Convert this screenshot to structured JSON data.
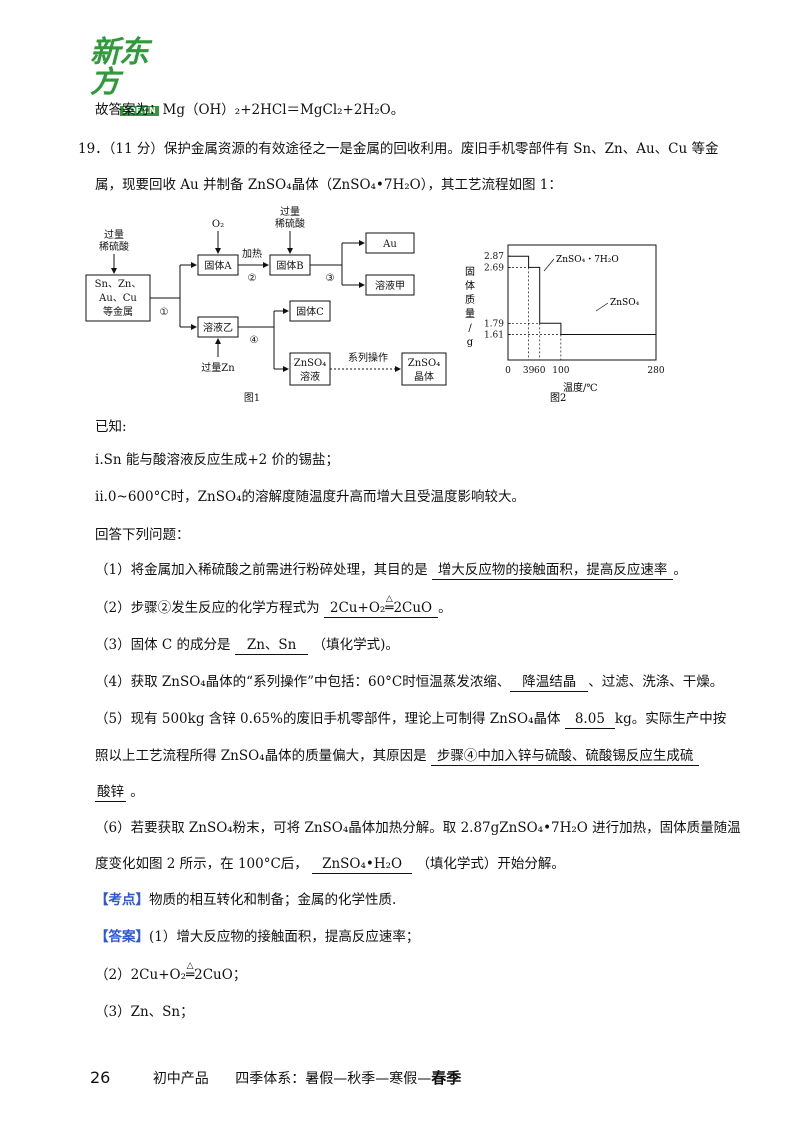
{
  "logo": {
    "cn": "新东方",
    "en": "XDF.CN"
  },
  "line_prev": "故答案为：Mg（OH）₂+2HCl＝MgCl₂+2H₂O。",
  "q19": {
    "l1": "19．（11 分）保护金属资源的有效途径之一是金属的回收利用。废旧手机零部件有 Sn、Zn、Au、Cu 等金",
    "l2": "属，现要回收 Au 并制备 ZnSO₄晶体（ZnSO₄•7H₂O），其工艺流程如图 1："
  },
  "fig1": {
    "acid1": [
      "过量",
      "稀硫酸"
    ],
    "metal": [
      "Sn、Zn、",
      "Au、Cu",
      "等金属"
    ],
    "step1": "①",
    "solidA": "固体A",
    "o2": "O₂",
    "heat": "加热",
    "step2": "②",
    "solidB": "固体B",
    "acid2": [
      "过量",
      "稀硫酸"
    ],
    "step3": "③",
    "au": "Au",
    "solA": "溶液甲",
    "solB": "溶液乙",
    "solidC": "固体C",
    "step4": "④",
    "zn": "过量Zn",
    "znso4": [
      "ZnSO₄",
      "溶液"
    ],
    "series": "系列操作",
    "crystal": [
      "ZnSO₄",
      "晶体"
    ],
    "caption": "图1"
  },
  "chart_data": {
    "type": "line",
    "title": "",
    "ylabel": "固体质量/g",
    "xlabel": "温度/℃",
    "x_ticks": [
      "0",
      "39",
      "60",
      "100",
      "280"
    ],
    "y_ticks": [
      "2.87",
      "2.69",
      "1.79",
      "1.61"
    ],
    "series": [
      {
        "name": "",
        "x": [
          0,
          39,
          39,
          60,
          60,
          100,
          100,
          280
        ],
        "y": [
          2.87,
          2.87,
          2.69,
          2.69,
          1.79,
          1.79,
          1.61,
          1.61
        ]
      }
    ],
    "annotations": [
      "ZnSO₄・7H₂O",
      "ZnSO₄"
    ],
    "caption": "图2"
  },
  "known": {
    "head": "已知:",
    "i": "i.Sn 能与酸溶液反应生成+2 价的锡盐；",
    "ii": "ii.0~600°C时，ZnSO₄的溶解度随温度升高而增大且受温度影响较大。"
  },
  "answer_prompt": "回答下列问题：",
  "q1": {
    "pre": "（1）将金属加入稀硫酸之前需进行粉碎处理，其目的是",
    "ans": "增大反应物的接触面积，提高反应速率",
    "post": "。"
  },
  "q2": {
    "pre": "（2）步骤②发生反应的化学方程式为",
    "ans_a": "2Cu+O₂",
    "ans_b": "2CuO",
    "post": "。"
  },
  "q3": {
    "pre": "（3）固体 C 的成分是",
    "ans": "Zn、Sn",
    "post": "（填化学式)。"
  },
  "q4": {
    "pre": "（4）获取 ZnSO₄晶体的“系列操作”中包括：60°C时恒温蒸发浓缩、",
    "ans": "降温结晶",
    "post": "、过滤、洗涤、干燥。"
  },
  "q5": {
    "pre": "（5）现有 500kg 含锌 0.65%的废旧手机零部件，理论上可制得 ZnSO₄晶体",
    "ans": "8.05",
    "post": "kg。实际生产中按",
    "l2pre": "照以上工艺流程所得 ZnSO₄晶体的质量偏大，其原因是",
    "l2ans": "步骤④中加入锌与硫酸、硫酸锡反应生成硫",
    "l3ans": "酸锌",
    "l3post": "。"
  },
  "q6": {
    "l1": "（6）若要获取 ZnSO₄粉末，可将 ZnSO₄晶体加热分解。取 2.87gZnSO₄•7H₂O 进行加热，固体质量随温",
    "pre": "度变化如图 2 所示，在 100°C后，",
    "ans": "ZnSO₄•H₂O",
    "post": "（填化学式）开始分解。"
  },
  "kaodian": {
    "tag": "【考点】",
    "text": "物质的相互转化和制备；金属的化学性质."
  },
  "daan": {
    "tag": "【答案】",
    "text": "(1）增大反应物的接触面积，提高反应速率；"
  },
  "a2": {
    "pre": "（2）2Cu+O₂",
    "post": "2CuO；"
  },
  "a3": "（3）Zn、Sn；",
  "heat_mark": "△",
  "footer": {
    "page": "26",
    "product": "初中产品",
    "system": "四季体系：暑假—秋季—寒假—",
    "season": "春季"
  }
}
